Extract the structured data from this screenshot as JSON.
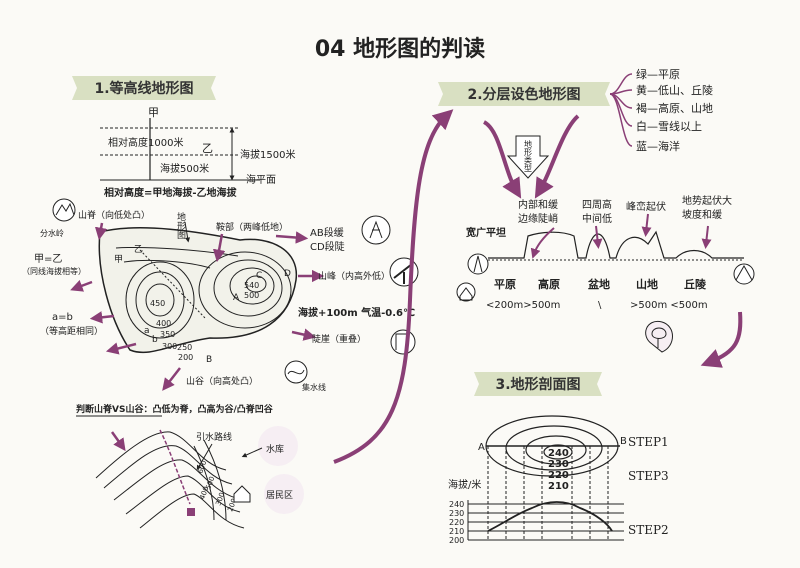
{
  "title": "04 地形图的判读",
  "colors": {
    "accent": "#8a3f76",
    "banner": "#d9e0c2",
    "ink": "#222222"
  },
  "contour": {
    "banner": "1.等高线地形图",
    "jia": "甲",
    "yi": "乙",
    "rel_height": "相对高度1000米",
    "altitude_1500": "海拔1500米",
    "altitude_500": "海拔500米",
    "sea_level": "海平面",
    "formula": "相对高度=甲地海拔-乙地海拔",
    "diwei": "地形图",
    "ridge": "山脊（向低处凸）",
    "fenshui": "分水岭",
    "saddle": "鞍部（两峰低地）",
    "ab_line1": "AB段缓",
    "ab_line2": "CD段陡",
    "peak": "山峰（内高外低）",
    "jia_eq_yi": "甲=乙",
    "same_alt": "（同线海拔相等）",
    "a_eq_b": "a=b",
    "equal_dist": "（等高距相同）",
    "temp_rule": "海拔+100m 气温-0.6℃",
    "cliff": "陡崖（重叠）",
    "valley": "山谷（向高处凸）",
    "jishui": "集水线",
    "judge": "判断山脊VS山谷：凸低为脊，凸高为谷/凸脊凹谷",
    "water_route": "引水路线",
    "reservoir": "水库",
    "residential": "居民区",
    "labels": {
      "c450": "450",
      "c400": "400",
      "c350": "350",
      "c300": "300",
      "c250": "250",
      "c200": "200",
      "c540": "540",
      "c500": "500",
      "pA": "A",
      "pB": "B",
      "pC": "C",
      "pD": "D",
      "pa": "a",
      "pb": "b",
      "jia_map": "甲",
      "yi_map": "乙"
    },
    "route_labels": {
      "r600": "600",
      "r500": "500",
      "r400": "400",
      "r300": "300",
      "r200": "200"
    }
  },
  "layered": {
    "banner": "2.分层设色地形图",
    "terrain_type": "地形类型",
    "legend": [
      "绿—平原",
      "黄—低山、丘陵",
      "褐—高原、山地",
      "白—雪线以上",
      "蓝—海洋"
    ],
    "desc": {
      "kuan": "宽广平坦",
      "inner1": "内部和缓",
      "inner2": "边缘陡峭",
      "around1": "四周高",
      "around2": "中间低",
      "peaks": "峰峦起伏",
      "hills1": "地势起伏大",
      "hills2": "坡度和缓"
    },
    "names": [
      "平原",
      "高原",
      "盆地",
      "山地",
      "丘陵"
    ],
    "alt_left": "<200m>500m",
    "alt_slash": "\\",
    "alt_right": ">500m <500m"
  },
  "profile": {
    "banner": "3.地形剖面图",
    "step1": "STEP1",
    "step2": "STEP2",
    "step3": "STEP3",
    "pA": "A",
    "pB": "B",
    "ylabel": "海拔/米",
    "contours": [
      "240",
      "230",
      "220",
      "210"
    ],
    "yticks": [
      "240",
      "230",
      "220",
      "210",
      "200"
    ]
  }
}
